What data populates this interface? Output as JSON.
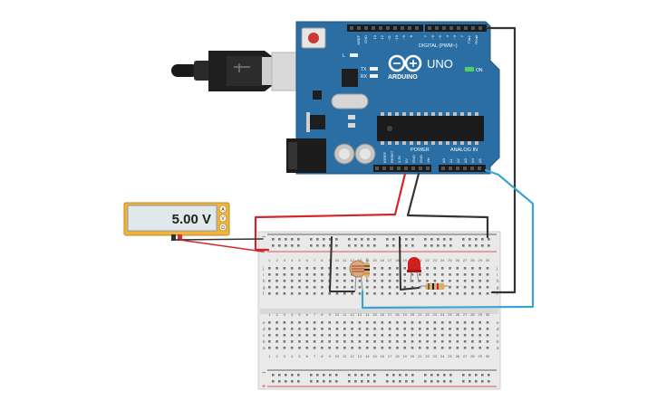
{
  "arduino": {
    "brand": "ARDUINO",
    "model": "UNO",
    "digital_label": "DIGITAL (PWM~)",
    "power_label": "POWER",
    "analog_label": "ANALOG IN",
    "aref_label": "AREF",
    "gnd_label": "GND",
    "on_label": "ON",
    "led_l": "L",
    "led_tx": "TX",
    "led_rx": "RX",
    "digital_pins": [
      "13",
      "12",
      "~11",
      "~10",
      "~9",
      "8",
      "7",
      "~6",
      "~5",
      "4",
      "~3",
      "2",
      "TX▸1",
      "RX◂0"
    ],
    "power_pins": [
      "IOREF",
      "RESET",
      "3.3V",
      "5V",
      "GND",
      "GND",
      "Vin"
    ],
    "analog_pins": [
      "A0",
      "A1",
      "A2",
      "A3",
      "A4",
      "A5"
    ]
  },
  "multimeter": {
    "reading": "5.00 V",
    "modes": [
      "A",
      "V",
      "Ω"
    ]
  },
  "breadboard": {
    "rows_upper": [
      "j",
      "i",
      "h",
      "g",
      "f"
    ],
    "rows_lower": [
      "e",
      "d",
      "c",
      "b",
      "a"
    ],
    "column_numbers": [
      "1",
      "2",
      "3",
      "4",
      "5",
      "6",
      "7",
      "8",
      "9",
      "10",
      "11",
      "12",
      "13",
      "14",
      "15",
      "16",
      "17",
      "18",
      "19",
      "20",
      "21",
      "22",
      "23",
      "24",
      "25",
      "26",
      "27",
      "28",
      "29",
      "30"
    ],
    "plus": "+",
    "minus": "−"
  },
  "colors": {
    "board": "#2a6ea3",
    "wire_red": "#d0252a",
    "wire_black": "#333333",
    "wire_blue": "#3aa3cf",
    "meter_frame": "#f0b43c",
    "led_red": "#d01f1f"
  },
  "icons": [
    "usb-cable-icon",
    "arduino-infinity-logo-icon",
    "photoresistor-icon",
    "led-icon",
    "resistor-icon"
  ]
}
